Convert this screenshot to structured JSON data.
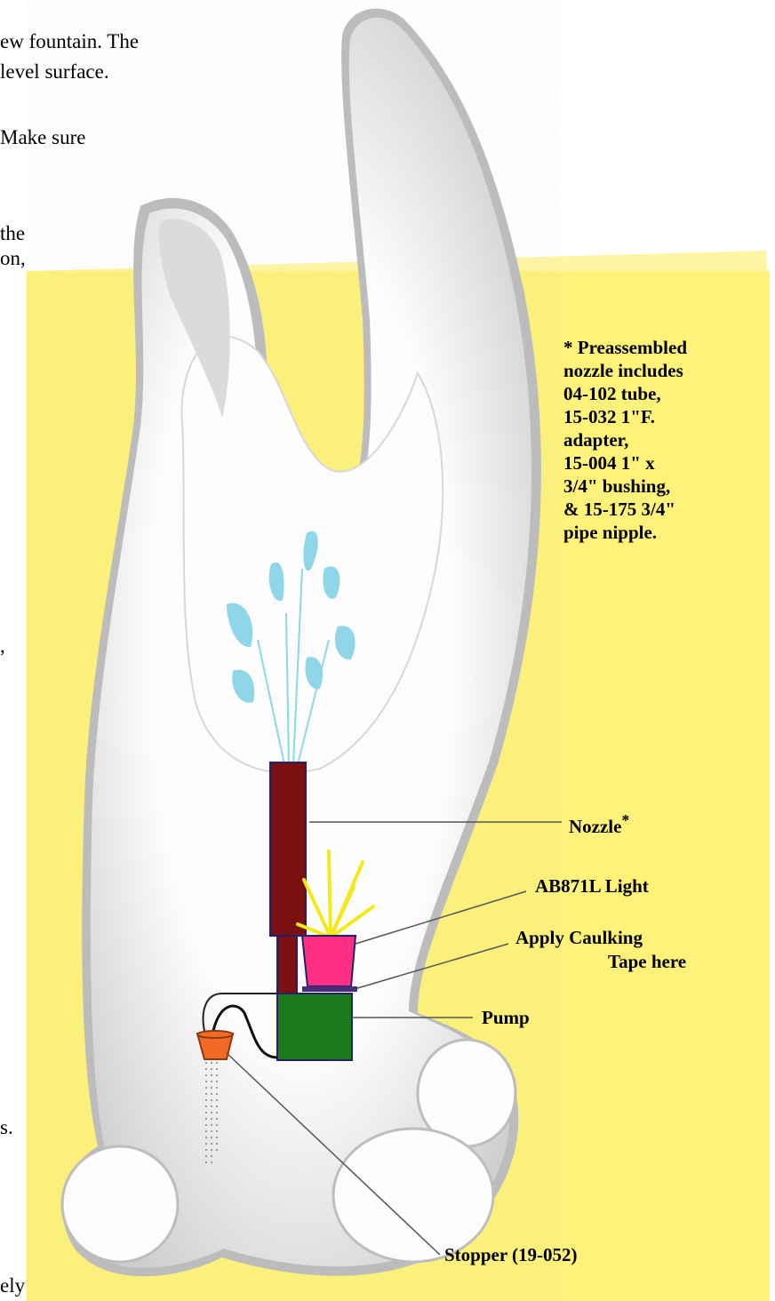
{
  "colors": {
    "page_bg": "#ffffff",
    "yellow_panel": "#fef27a",
    "fountain_body": "#ffffff",
    "fountain_shade": "#b9b9b9",
    "water": "#8fd6e8",
    "nozzle": "#7b1010",
    "light_cup": "#ff2f83",
    "light_rays": "#f2ea1a",
    "pump": "#1b7a1b",
    "stopper": "#f26b25",
    "caulk_tape": "#4a2a7a"
  },
  "text_fragments": [
    "ew fountain.  The",
    "level surface.",
    " Make sure",
    "the",
    "on,",
    ",",
    "s.",
    "ely"
  ],
  "note": {
    "lines": [
      "* Preassembled",
      " nozzle includes",
      " 04-102 tube,",
      " 15-032 1\"F.",
      "      adapter,",
      " 15-004 1\" x",
      "     3/4\" bushing,",
      "& 15-175 3/4\"",
      "     pipe nipple."
    ]
  },
  "labels": {
    "nozzle": "Nozzle",
    "nozzle_mark": "*",
    "light": "AB871L Light",
    "caulk_line1": "Apply Caulking",
    "caulk_line2": "Tape here",
    "pump": "Pump",
    "stopper": "Stopper  (19-052)"
  }
}
